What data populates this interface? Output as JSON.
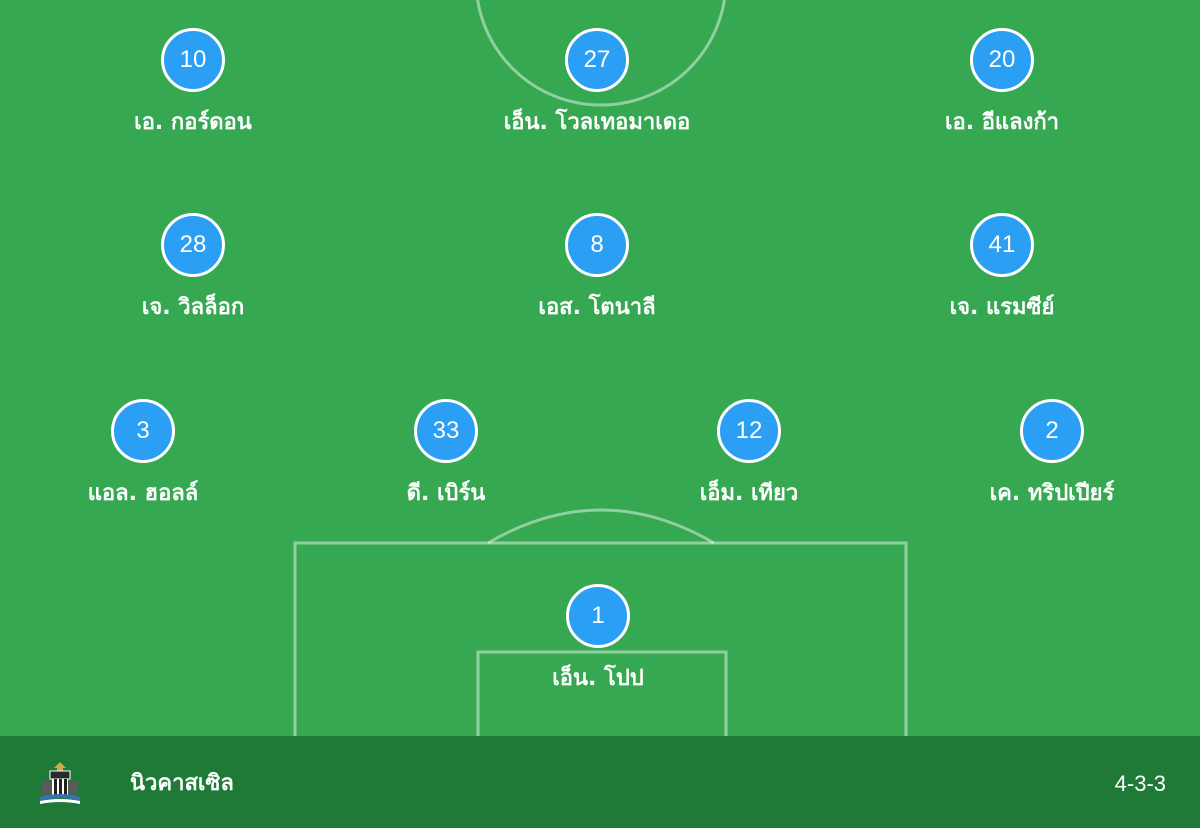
{
  "lineup": {
    "forwards": [
      {
        "number": "10",
        "name": "เอ. กอร์ดอน"
      },
      {
        "number": "27",
        "name": "เอ็น. โวลเทอมาเดอ"
      },
      {
        "number": "20",
        "name": "เอ. อีแลงก้า"
      }
    ],
    "midfielders": [
      {
        "number": "28",
        "name": "เจ. วิลล็อก"
      },
      {
        "number": "8",
        "name": "เอส. โตนาลี"
      },
      {
        "number": "41",
        "name": "เจ. แรมซีย์"
      }
    ],
    "defenders": [
      {
        "number": "3",
        "name": "แอล. ฮอลล์"
      },
      {
        "number": "33",
        "name": "ดี. เบิร์น"
      },
      {
        "number": "12",
        "name": "เอ็ม. เทียว"
      },
      {
        "number": "2",
        "name": "เค. ทริปเปียร์"
      }
    ],
    "goalkeeper": {
      "number": "1",
      "name": "เอ็น. โปป"
    }
  },
  "team": {
    "name": "นิวคาสเซิล",
    "crest_icon": "newcastle-crest-icon"
  },
  "formation": "4-3-3",
  "colors": {
    "pitch": "#36a852",
    "footer": "#1f7a37",
    "player_circle": "#2b9ff3"
  }
}
